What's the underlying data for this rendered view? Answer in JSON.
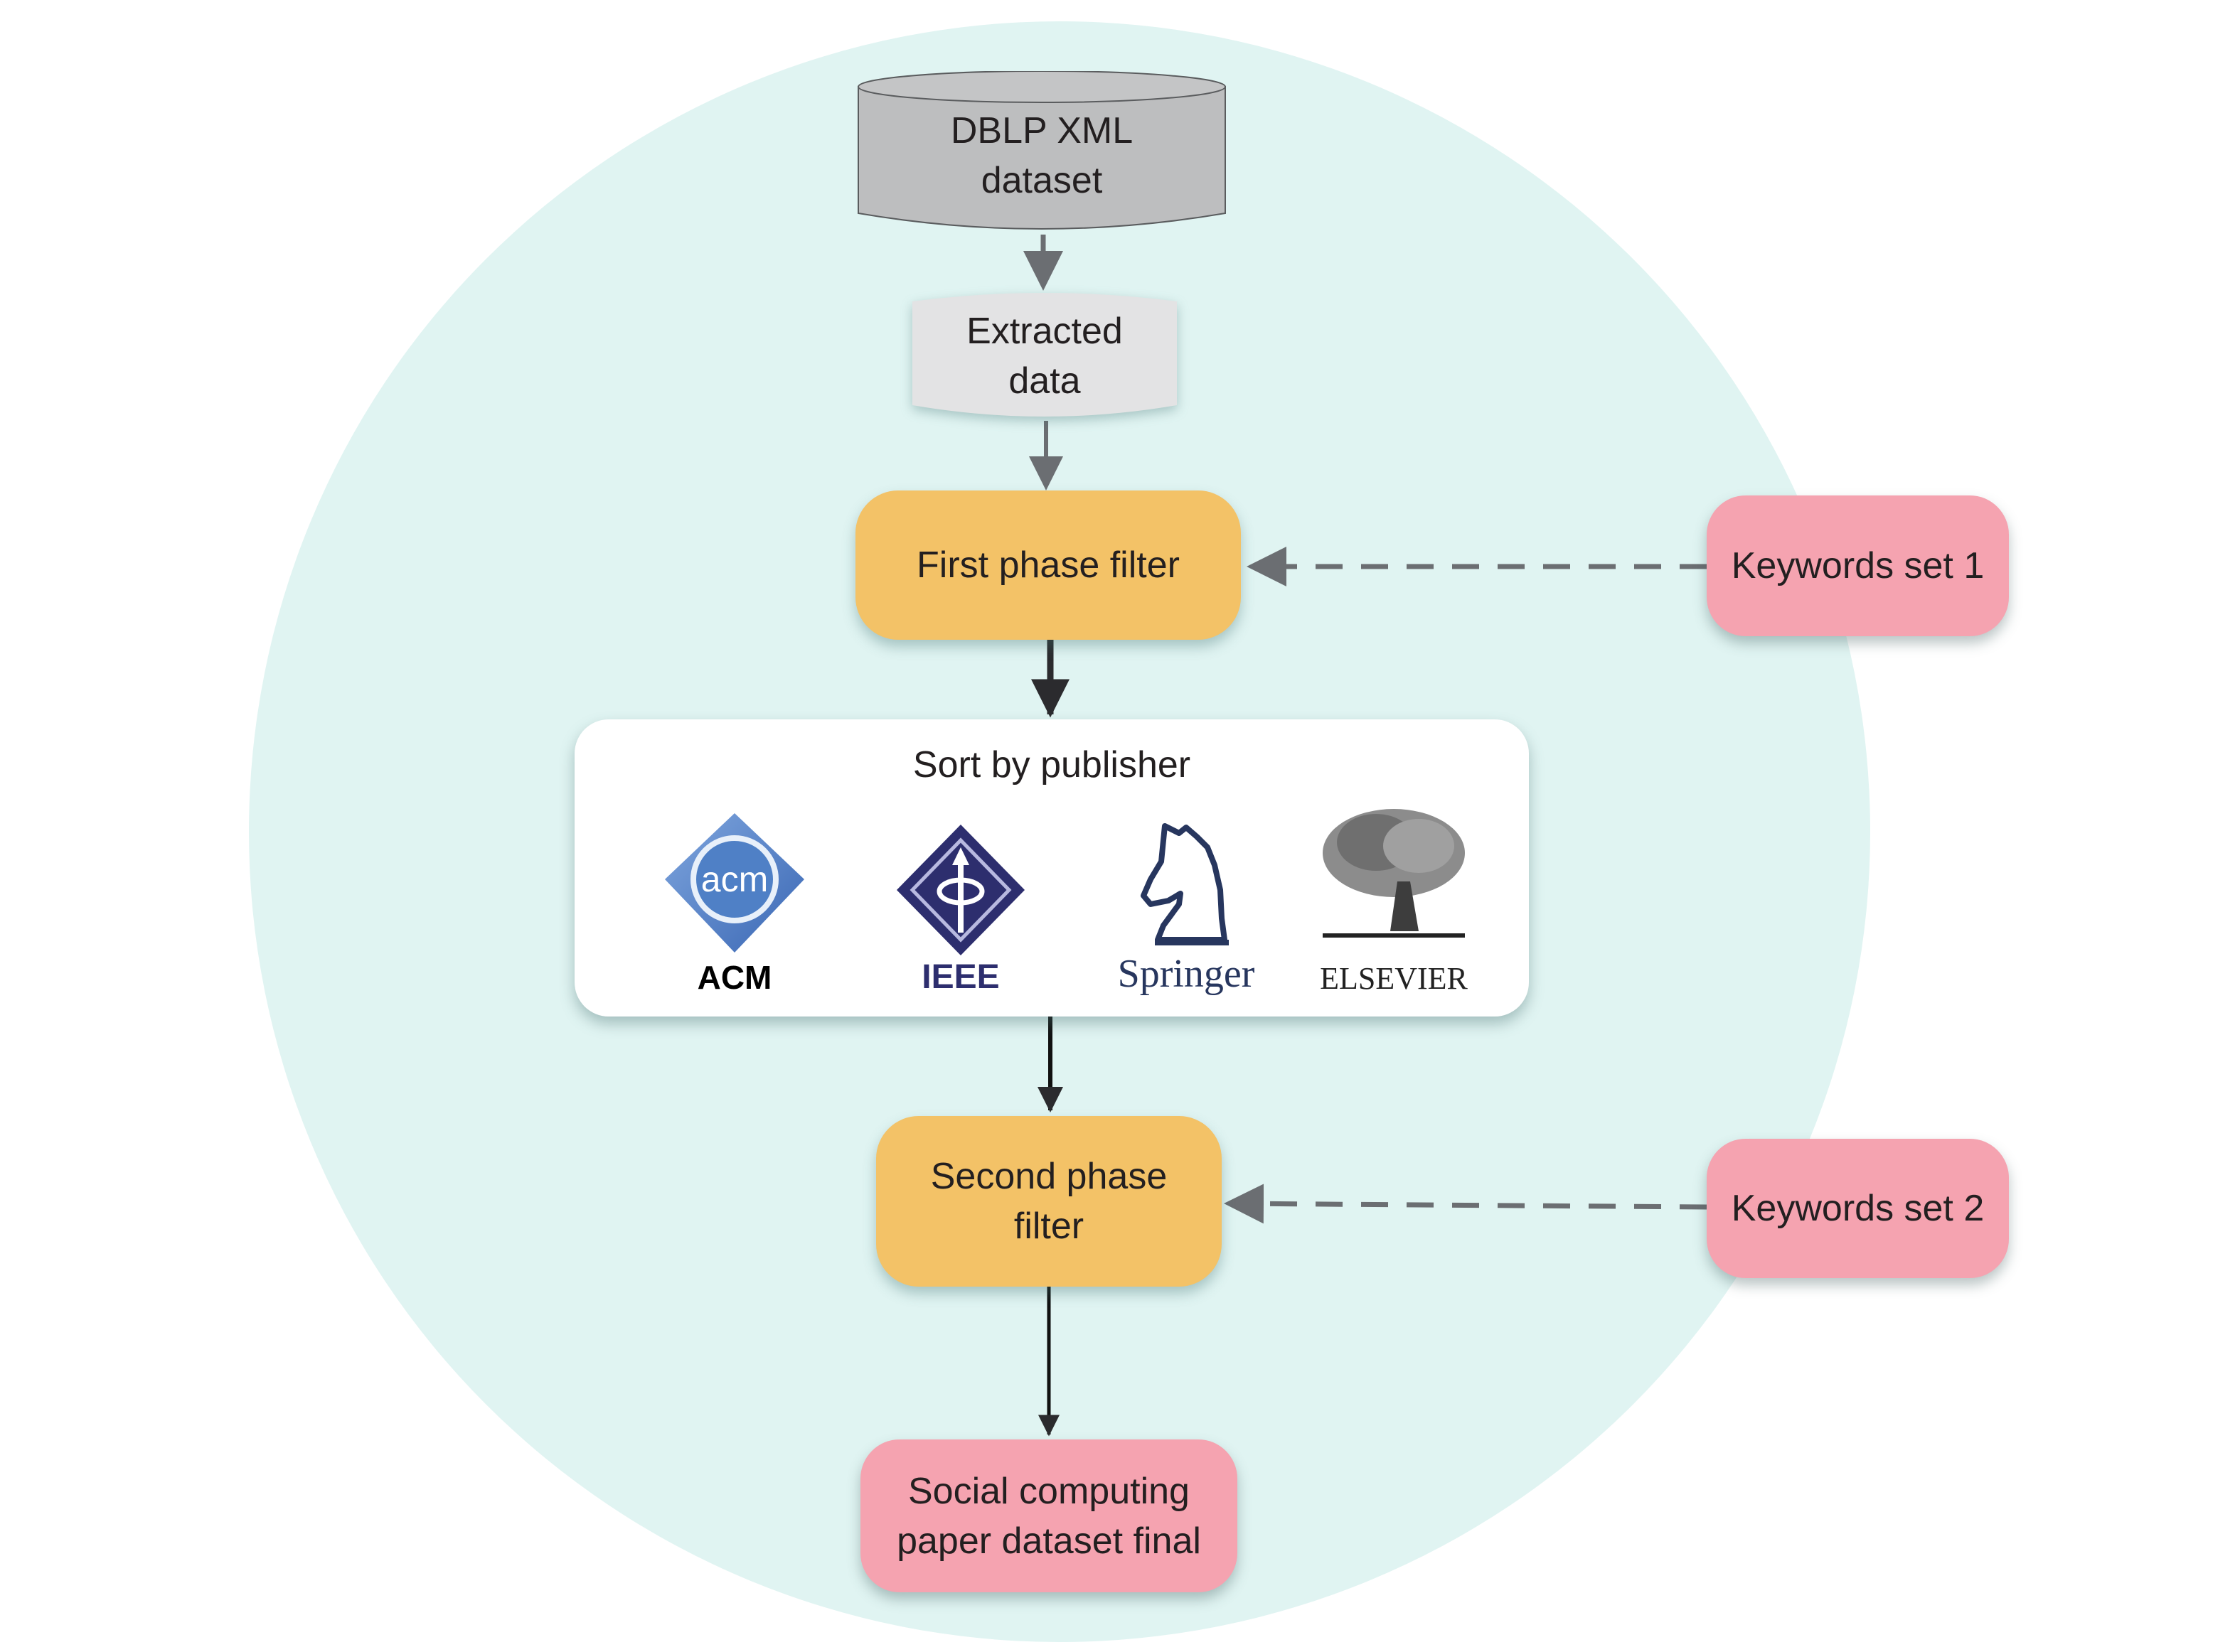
{
  "diagram": {
    "nodes": {
      "source": "DBLP XML\ndataset",
      "extracted": "Extracted\ndata",
      "first_filter": "First phase filter",
      "keywords1": "Keywords set 1",
      "sort": "Sort by publisher",
      "second_filter": "Second phase\nfilter",
      "keywords2": "Keywords set 2",
      "final": "Social computing\npaper dataset final"
    },
    "publishers": [
      {
        "name": "ACM",
        "icon": "acm-logo-icon",
        "color": "#4a7cc4"
      },
      {
        "name": "IEEE",
        "icon": "ieee-logo-icon",
        "color": "#2d2e6e"
      },
      {
        "name": "Springer",
        "icon": "springer-horse-icon",
        "color": "#27365e"
      },
      {
        "name": "ELSEVIER",
        "icon": "elsevier-tree-icon",
        "color": "#222222"
      }
    ],
    "edges": [
      {
        "from": "source",
        "to": "extracted",
        "style": "solid"
      },
      {
        "from": "extracted",
        "to": "first_filter",
        "style": "solid"
      },
      {
        "from": "keywords1",
        "to": "first_filter",
        "style": "dashed"
      },
      {
        "from": "first_filter",
        "to": "sort",
        "style": "solid"
      },
      {
        "from": "sort",
        "to": "second_filter",
        "style": "solid"
      },
      {
        "from": "keywords2",
        "to": "second_filter",
        "style": "dashed"
      },
      {
        "from": "second_filter",
        "to": "final",
        "style": "solid"
      }
    ],
    "colors": {
      "background_circle": "#e0f4f2",
      "filter_fill": "#f3c267",
      "pink_fill": "#f5a3b0",
      "cylinder_dark": "#bdbebf",
      "cylinder_light": "#e3e3e4",
      "arrow_gray": "#6b6e72",
      "arrow_dark": "#2b2b2e"
    }
  }
}
